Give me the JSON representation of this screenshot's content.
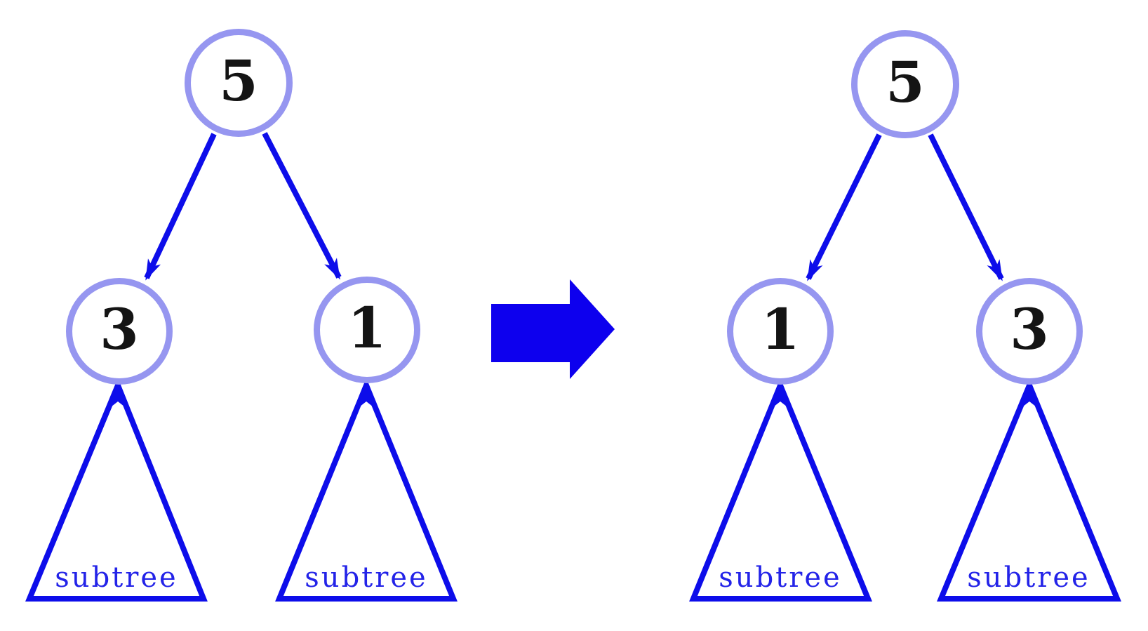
{
  "diagram_type": "binary-tree-child-swap",
  "colors": {
    "node_stroke": "#9696f0",
    "node_fill": "#ffffff",
    "node_text": "#141414",
    "edge_blue": "#0d0dea",
    "transform_arrow": "#0d00ee",
    "subtree_text": "#2323e8",
    "background": "#ffffff"
  },
  "trees": [
    {
      "id": "before",
      "root": "5",
      "children": [
        {
          "value": "3",
          "subtree_label": "subtree"
        },
        {
          "value": "1",
          "subtree_label": "subtree"
        }
      ]
    },
    {
      "id": "after",
      "root": "5",
      "children": [
        {
          "value": "1",
          "subtree_label": "subtree"
        },
        {
          "value": "3",
          "subtree_label": "subtree"
        }
      ]
    }
  ],
  "transform_arrow": {
    "icon": "right-arrow-icon",
    "direction": "right"
  }
}
